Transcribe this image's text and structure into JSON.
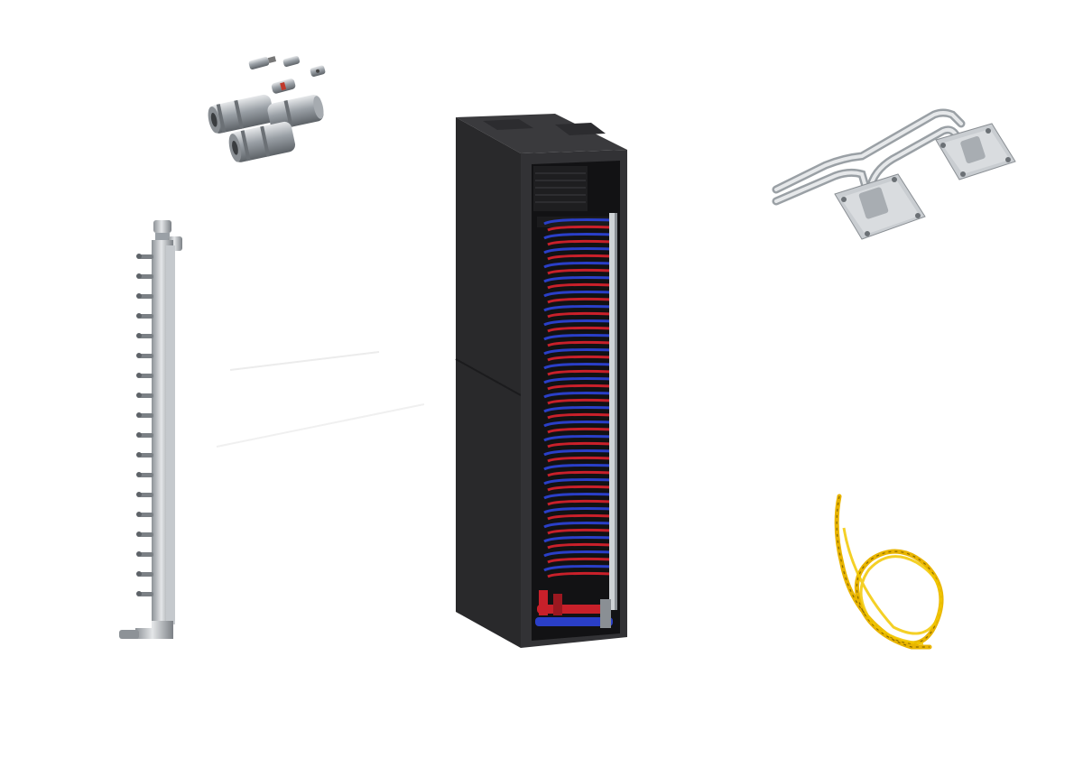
{
  "scene": {
    "background": "#ffffff",
    "components": [
      {
        "name": "quick-connector-set",
        "icon": "connector-couplings-icon"
      },
      {
        "name": "vertical-manifold",
        "icon": "manifold-icon"
      },
      {
        "name": "liquid-cooled-rack",
        "icon": "server-rack-icon"
      },
      {
        "name": "cold-plate-loop",
        "icon": "cold-plate-icon"
      },
      {
        "name": "leak-detection-cable",
        "icon": "leak-cable-icon"
      }
    ]
  },
  "colors": {
    "rack_body": "#2b2b2d",
    "hot_line": "#c8202a",
    "cold_line": "#2a3fc8",
    "metal": "#b9bec3",
    "cable": "#e8b400"
  }
}
